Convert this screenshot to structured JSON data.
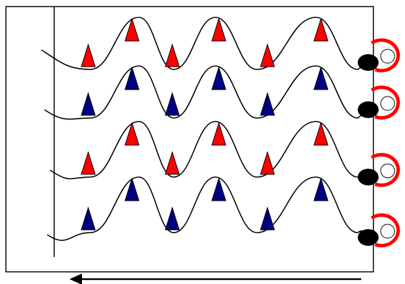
{
  "diagram": {
    "colors": {
      "background": "#ffffff",
      "line": "#000000",
      "cone_red": "#ff0000",
      "cone_blue": "#000080",
      "player_body": "#000000",
      "player_arc": "#ff0000",
      "player_head": "#ffffff"
    },
    "lanes": [
      {
        "cone_color": "red",
        "cone_count": 6
      },
      {
        "cone_color": "blue",
        "cone_count": 6
      },
      {
        "cone_color": "red",
        "cone_count": 6
      },
      {
        "cone_color": "blue",
        "cone_count": 6
      }
    ],
    "direction": "right-to-left",
    "icons": [
      "cone-icon",
      "player-icon",
      "direction-arrow"
    ]
  }
}
